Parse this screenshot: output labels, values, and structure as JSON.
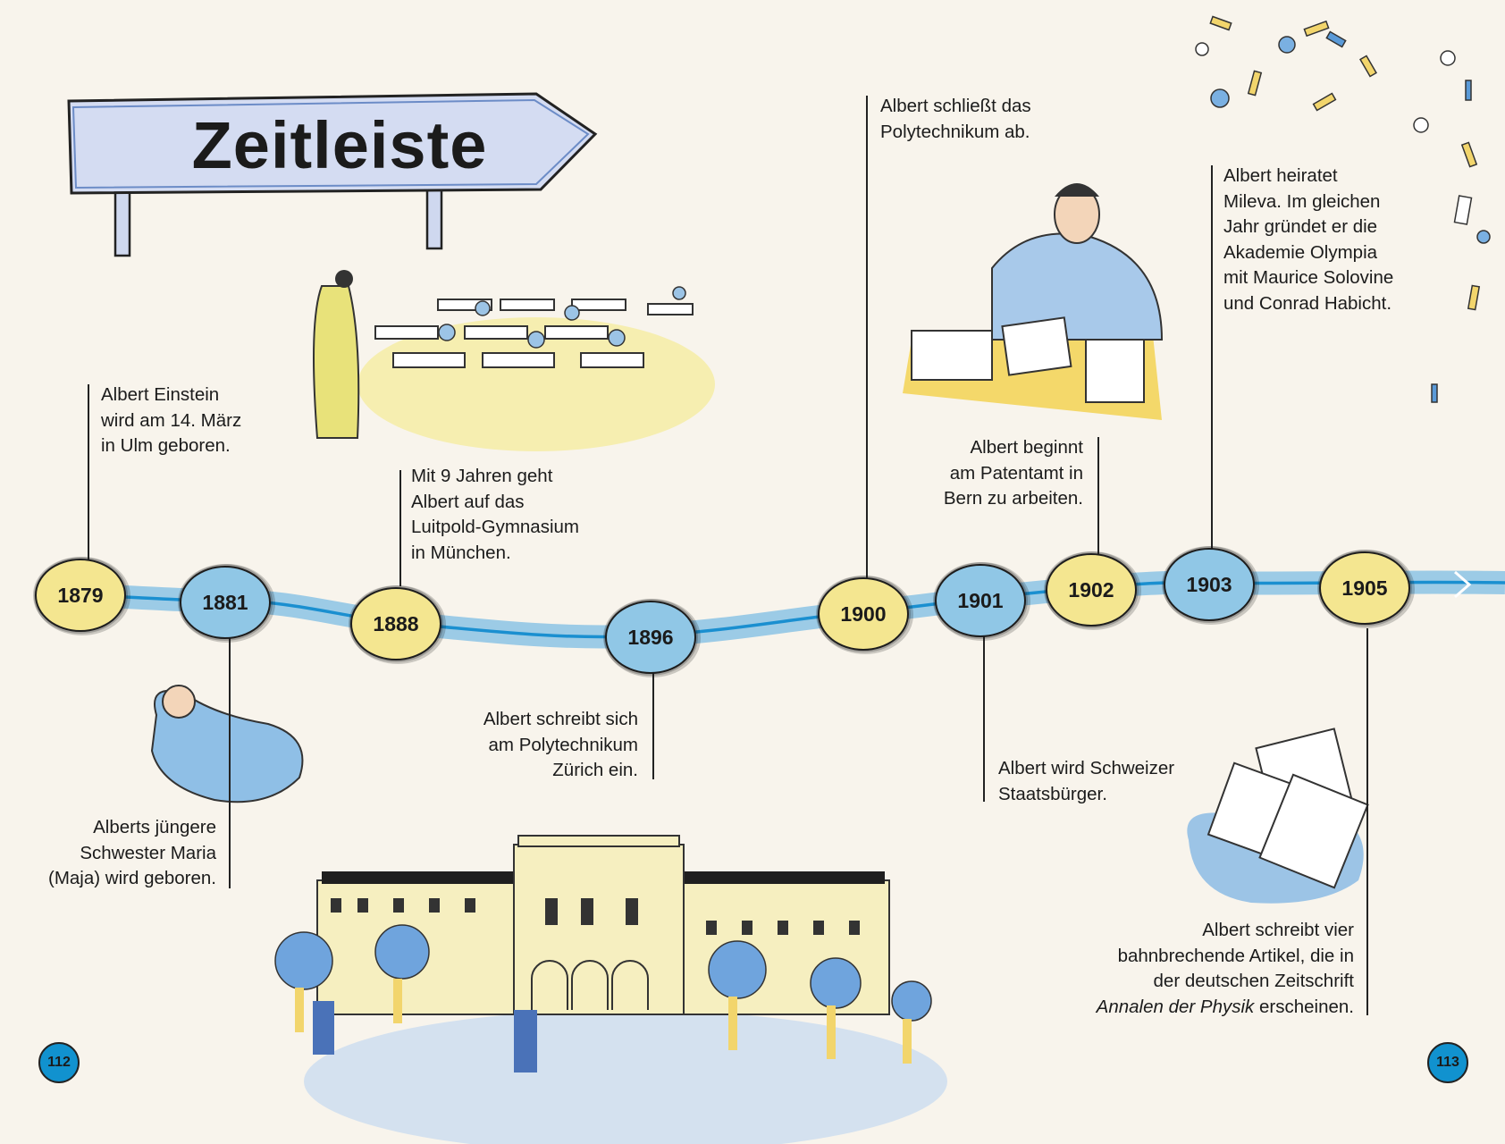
{
  "title": "Zeitleiste",
  "colors": {
    "yellow": "#f4e690",
    "blue": "#90c7e6",
    "river": "#9ccbe6",
    "river_line": "#1a8fd0",
    "page_badge": "#1192cf"
  },
  "events": [
    {
      "year": "1879",
      "text": "Albert Einstein\nwird am 14. März\nin Ulm geboren."
    },
    {
      "year": "1881",
      "text": "Alberts jüngere\nSchwester Maria\n(Maja) wird geboren."
    },
    {
      "year": "1888",
      "text": "Mit 9 Jahren geht\nAlbert auf das\nLuitpold-Gymnasium\nin München."
    },
    {
      "year": "1896",
      "text": "Albert schreibt sich\nam Polytechnikum\nZürich ein."
    },
    {
      "year": "1900",
      "text": "Albert schließt das\nPolytechnikum ab."
    },
    {
      "year": "1901",
      "text": "Albert wird Schweizer\nStaatsbürger."
    },
    {
      "year": "1902",
      "text": "Albert beginnt\nam Patentamt in\nBern zu arbeiten."
    },
    {
      "year": "1903",
      "text": "Albert heiratet\nMileva. Im gleichen\nJahr gründet er die\nAkademie Olympia\nmit Maurice Solovine\nund Conrad Habicht."
    },
    {
      "year": "1905",
      "text": "Albert schreibt vier\nbahnbrechende Artikel, die in\nder deutschen Zeitschrift",
      "italic": "Annalen der Physik",
      "text_end": " erscheinen."
    }
  ],
  "pages": {
    "left": "112",
    "right": "113"
  }
}
